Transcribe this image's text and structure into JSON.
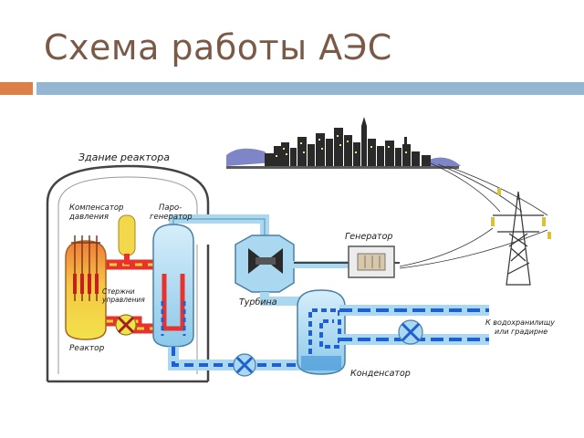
{
  "slide": {
    "title": "Схема работы АЭС"
  },
  "labels": {
    "reactor_building": "Здание реактора",
    "compensator_line1": "Компенсатор",
    "compensator_line2": "давления",
    "steam_gen_line1": "Паро-",
    "steam_gen_line2": "генератор",
    "rods_line1": "Стержни",
    "rods_line2": "управления",
    "reactor": "Реактор",
    "generator": "Генератор",
    "turbine": "Турбина",
    "condenser": "Конденсатор",
    "reservoir_line1": "К водохранилищу",
    "reservoir_line2": "или градирне"
  },
  "colors": {
    "title": "#7a5a46",
    "accent_orange": "#dd8047",
    "accent_blue": "#94b6d2",
    "water_light": "#a9d8f0",
    "water_dark": "#1f5fd0",
    "primary_loop": "#e8322b",
    "reactor_yellow": "#f2e24a"
  }
}
